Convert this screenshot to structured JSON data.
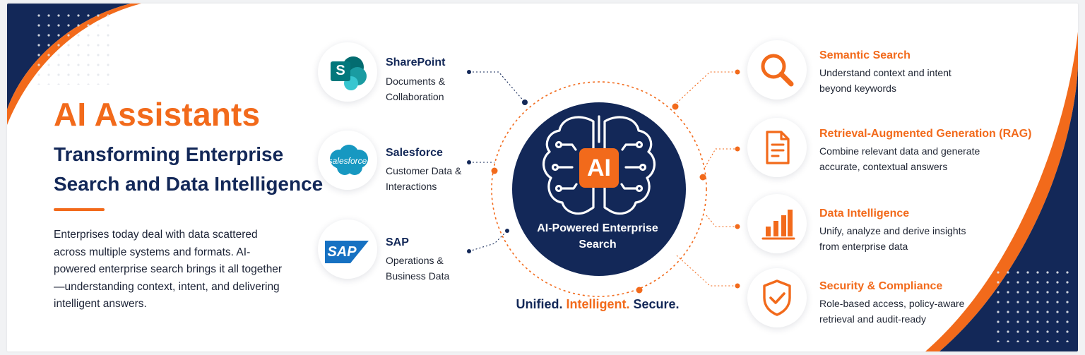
{
  "hero": {
    "title": "AI Assistants",
    "subtitle": "Transforming Enterprise Search and Data Intelligence",
    "description": "Enterprises today deal with data scattered across multiple systems and formats. AI-powered enterprise search brings it all together—understanding context, intent, and delivering intelligent answers."
  },
  "sources": [
    {
      "title": "SharePoint",
      "desc": "Documents & Collaboration",
      "logo_letter": "S",
      "icon": "sharepoint-logo-icon"
    },
    {
      "title": "Salesforce",
      "desc": "Customer Data & Interactions",
      "logo_text": "salesforce",
      "icon": "salesforce-logo-icon"
    },
    {
      "title": "SAP",
      "desc": "Operations & Business Data",
      "logo_text": "SAP",
      "icon": "sap-logo-icon"
    }
  ],
  "hub": {
    "badge": "AI",
    "label": "AI-Powered Enterprise Search",
    "icon": "brain-circuit-icon"
  },
  "tagline": {
    "part1": "Unified.",
    "part2": "Intelligent.",
    "part3": "Secure."
  },
  "features": [
    {
      "title": "Semantic Search",
      "desc": "Understand context and intent beyond keywords",
      "icon": "magnifier-icon"
    },
    {
      "title": "Retrieval-Augmented Generation (RAG)",
      "desc": "Combine relevant data and generate accurate, contextual answers",
      "icon": "document-icon"
    },
    {
      "title": "Data Intelligence",
      "desc": "Unify, analyze and derive insights from enterprise data",
      "icon": "bar-chart-icon"
    },
    {
      "title": "Security & Compliance",
      "desc": "Role-based access, policy-aware retrieval and audit-ready",
      "icon": "shield-check-icon"
    }
  ],
  "colors": {
    "navy": "#132858",
    "orange": "#f26a1b",
    "sharepoint_green": "#0f7b6c",
    "salesforce_blue": "#1798c1",
    "sap_blue": "#1671c2"
  }
}
